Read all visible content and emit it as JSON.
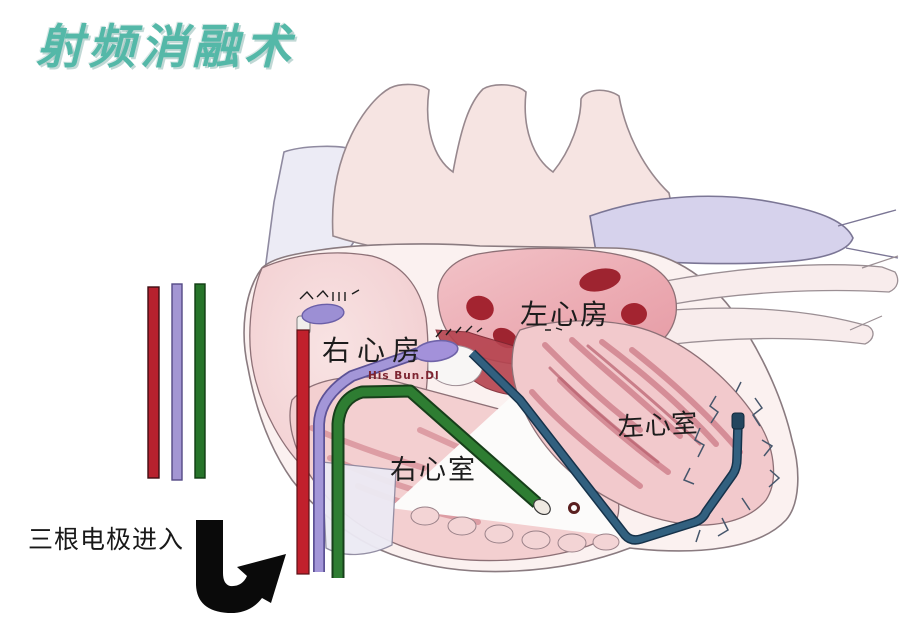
{
  "title": "射频消融术",
  "caption": "三根电极进入",
  "heart_labels": {
    "right_atrium": "右心房",
    "left_atrium": "左心房",
    "right_ventricle": "右心室",
    "left_ventricle": "左心室"
  },
  "small_annotation": "His Bun.Dl",
  "colors": {
    "title_teal": "#54b8a8",
    "electrode_red": "#b7212e",
    "electrode_purple": "#a396d3",
    "electrode_green": "#2e7d32",
    "catheter_blue": "#32607f",
    "arrow_black": "#0a0a0a",
    "aorta_red": "#d23b1c",
    "pulmonary_purple": "#8a82c8",
    "atrium_spot_red": "#a32430",
    "heart_pink": "#f3cfd0"
  }
}
